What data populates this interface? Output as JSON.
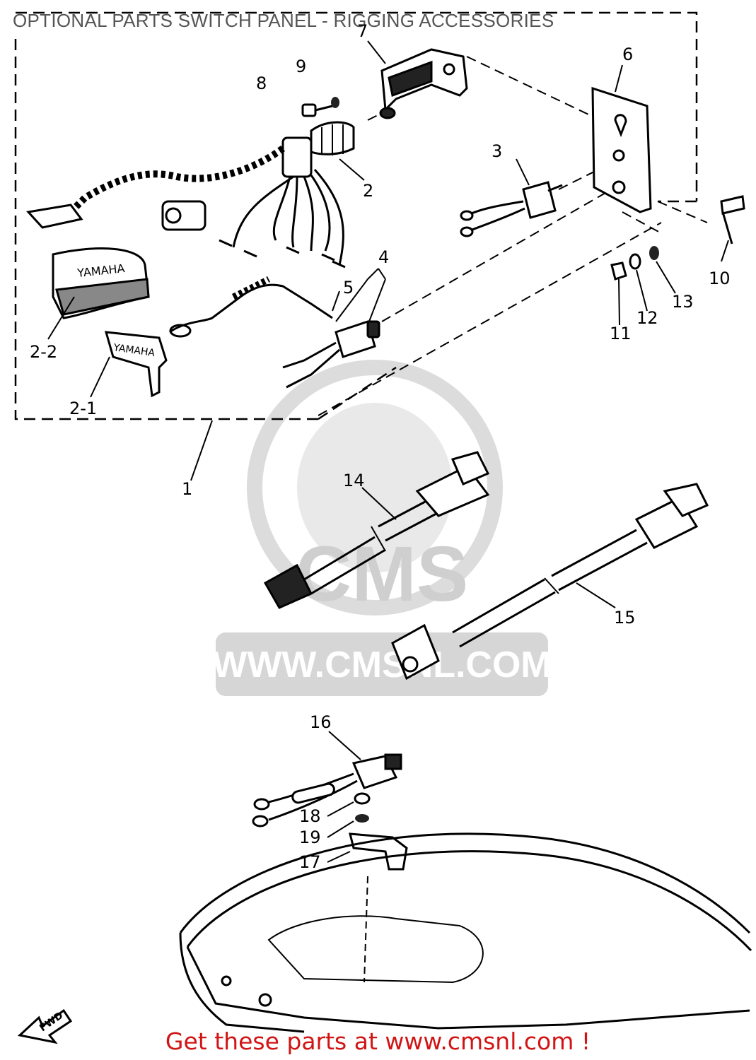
{
  "title": "OPTIONAL PARTS SWITCH PANEL - RIGGING ACCESSORIES",
  "footer": "Get these parts at www.cmsnl.com !",
  "watermark": {
    "logo_text": "CMS",
    "url_text": "WWW.CMSNL.COM"
  },
  "brand_marks": {
    "key_fob": "YAMAHA",
    "key": "YAMAHA"
  },
  "fwd_marker": "FWD",
  "callouts": {
    "c1": "1",
    "c2": "2",
    "c2_1": "2-1",
    "c2_2": "2-2",
    "c3": "3",
    "c4": "4",
    "c5": "5",
    "c6": "6",
    "c7": "7",
    "c8": "8",
    "c9": "9",
    "c10": "10",
    "c11": "11",
    "c12": "12",
    "c13": "13",
    "c14": "14",
    "c15": "15",
    "c16": "16",
    "c17": "17",
    "c18": "18",
    "c19": "19"
  },
  "colors": {
    "footer_text": "#d11414",
    "title_text": "#555555",
    "line_art": "#000000",
    "watermark": "#cfcfcf"
  }
}
